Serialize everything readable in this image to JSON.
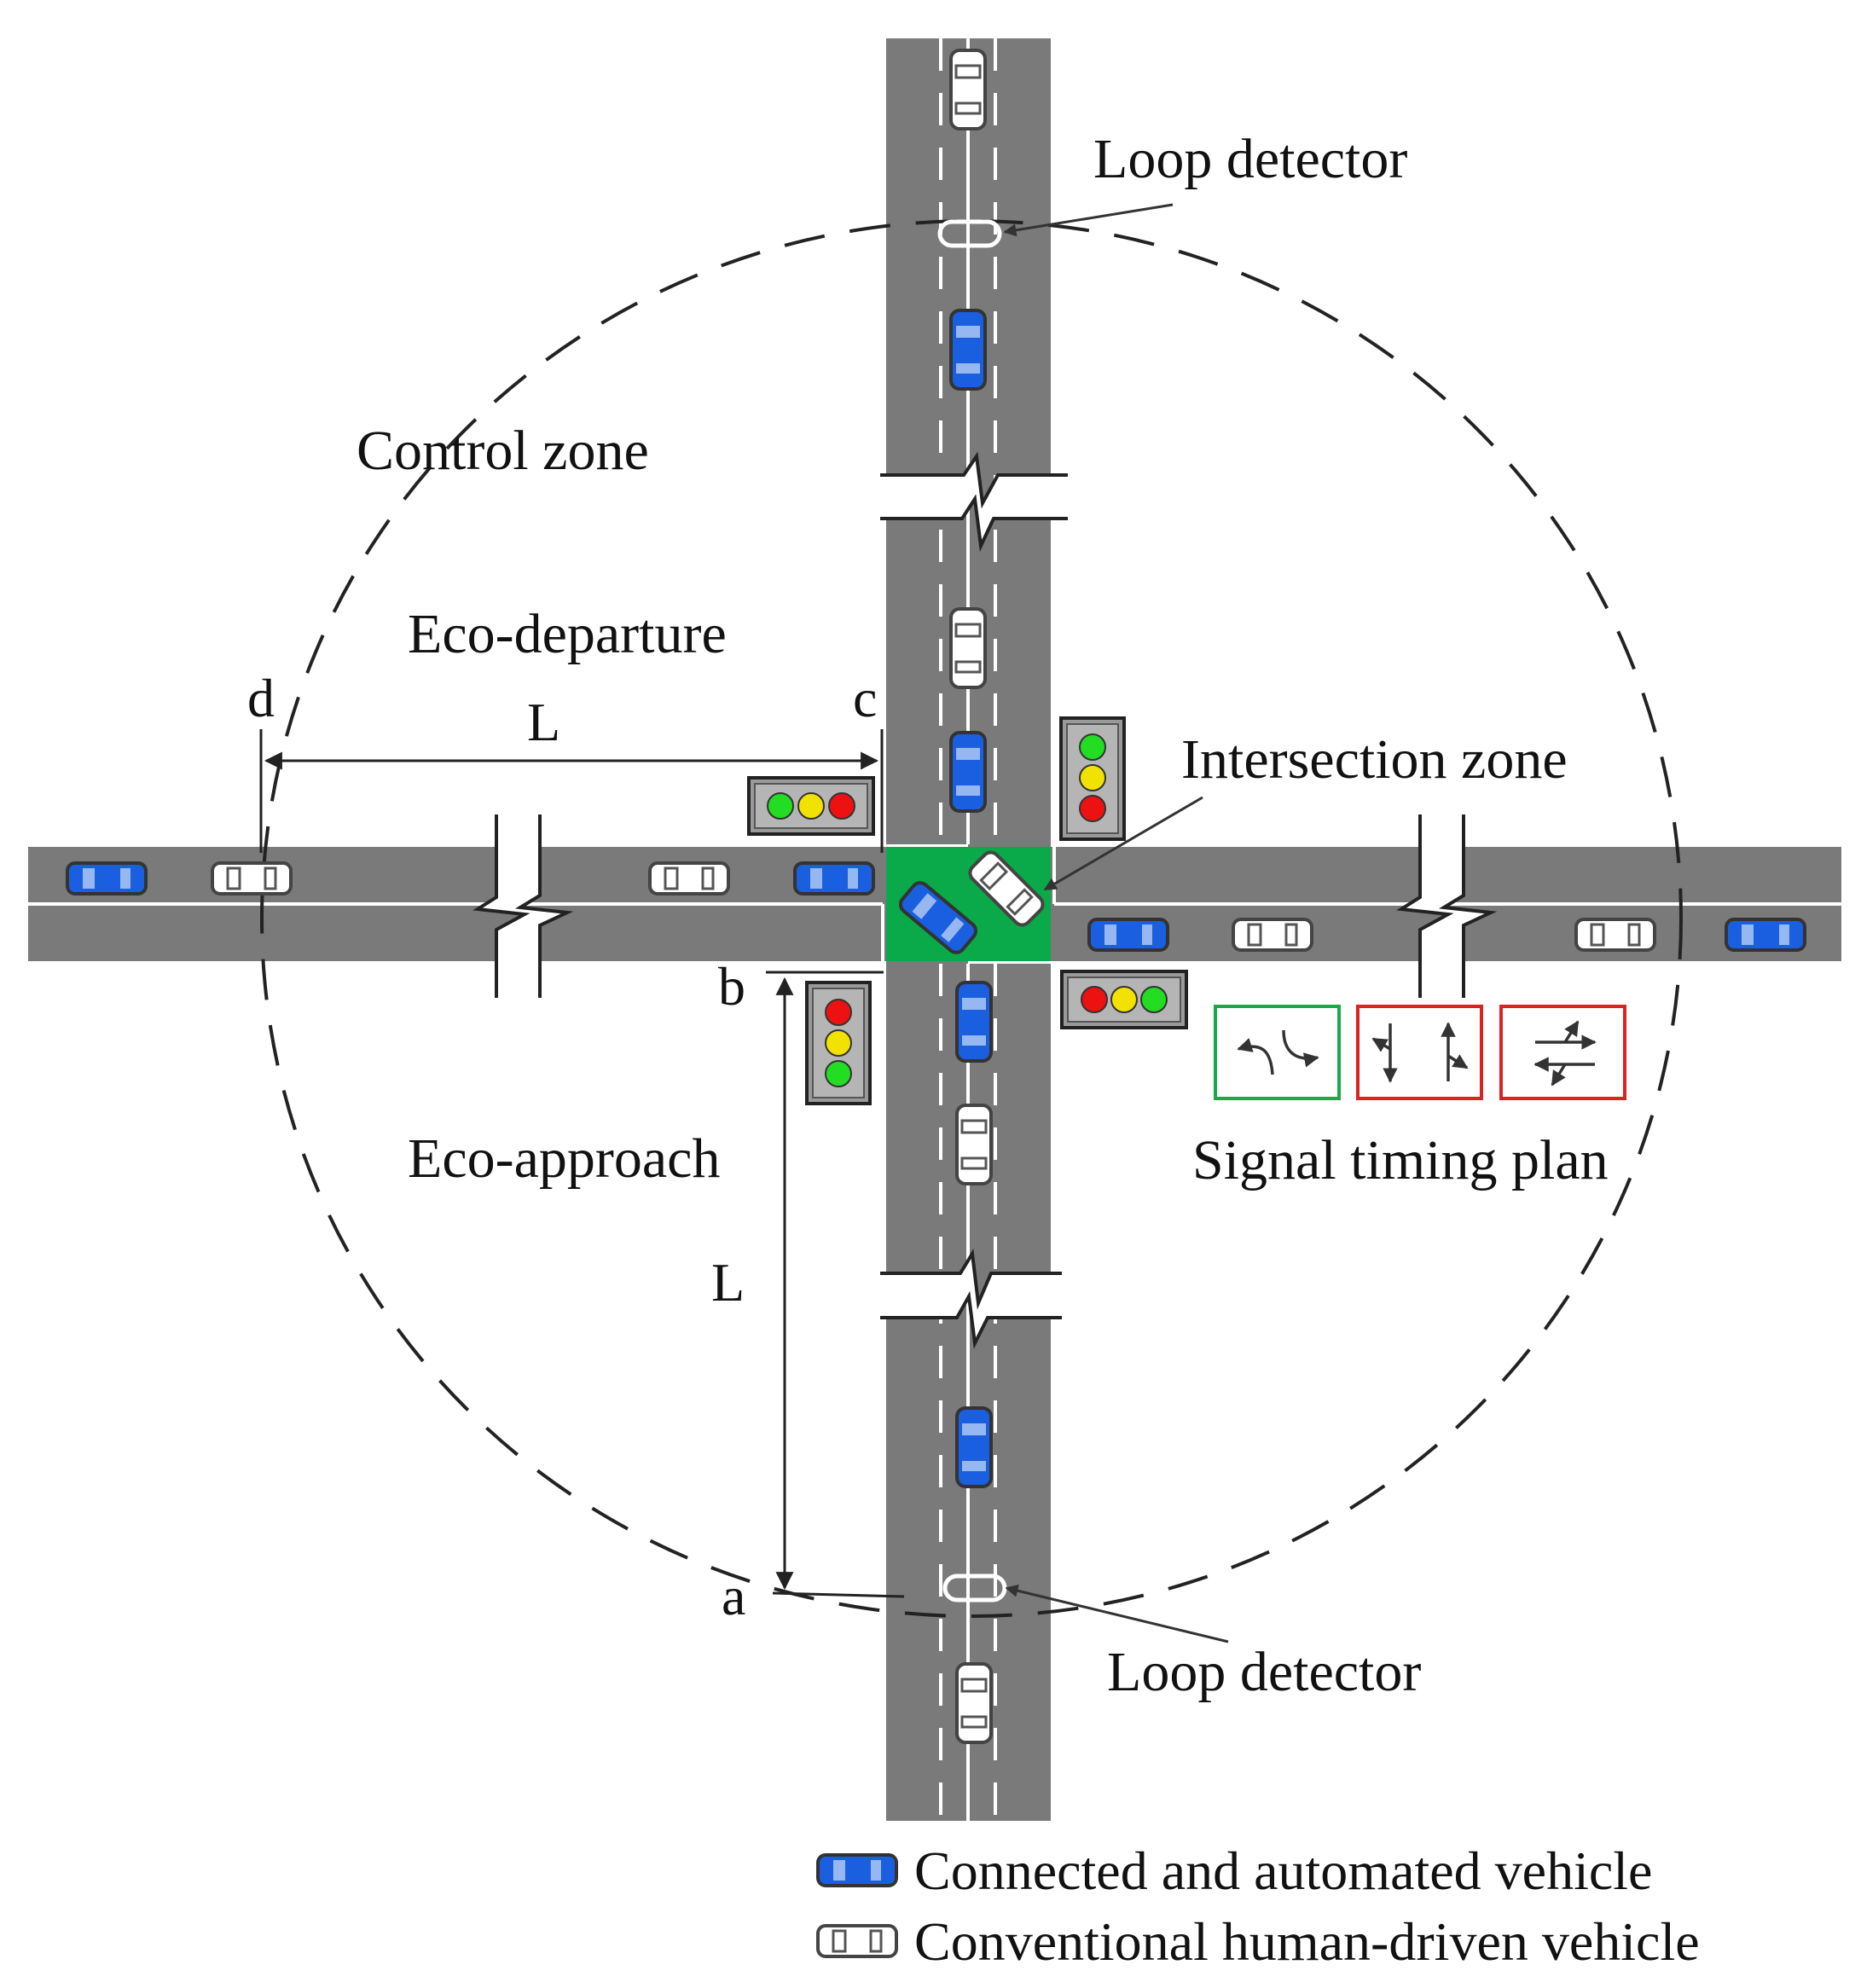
{
  "labels": {
    "loop_detector_top": "Loop detector",
    "loop_detector_bottom": "Loop detector",
    "control_zone": "Control zone",
    "eco_departure": "Eco-departure",
    "eco_approach": "Eco-approach",
    "intersection_zone": "Intersection zone",
    "signal_timing_plan": "Signal timing plan",
    "point_a": "a",
    "point_b": "b",
    "point_c": "c",
    "point_d": "d",
    "length_horizontal": "L",
    "length_vertical": "L"
  },
  "legend": {
    "cav": "Connected and automated vehicle",
    "hdv": "Conventional human-driven vehicle"
  },
  "colors": {
    "road": "#7a7a7a",
    "cav": "#1a5fe0",
    "hdv": "#ffffff",
    "intersection": "#0aaa4a",
    "phase_active": "#1aa84a",
    "phase_inactive": "#dd2222",
    "signal_red": "#ee1111",
    "signal_yellow": "#f2e200",
    "signal_green": "#22dd22"
  },
  "signals": [
    {
      "id": "west",
      "orientation": "horizontal",
      "lamps": [
        "green",
        "yellow",
        "red"
      ]
    },
    {
      "id": "north",
      "orientation": "vertical",
      "lamps": [
        "green",
        "yellow",
        "red"
      ]
    },
    {
      "id": "south",
      "orientation": "vertical",
      "lamps": [
        "red",
        "yellow",
        "green"
      ]
    },
    {
      "id": "east",
      "orientation": "horizontal",
      "lamps": [
        "red",
        "yellow",
        "green"
      ]
    }
  ],
  "signal_phases": [
    {
      "id": "phase-1",
      "state": "active",
      "icon": "left-turn-arrows-icon"
    },
    {
      "id": "phase-2",
      "state": "inactive",
      "icon": "through-arrows-icon"
    },
    {
      "id": "phase-3",
      "state": "inactive",
      "icon": "crossing-arrows-icon"
    }
  ]
}
